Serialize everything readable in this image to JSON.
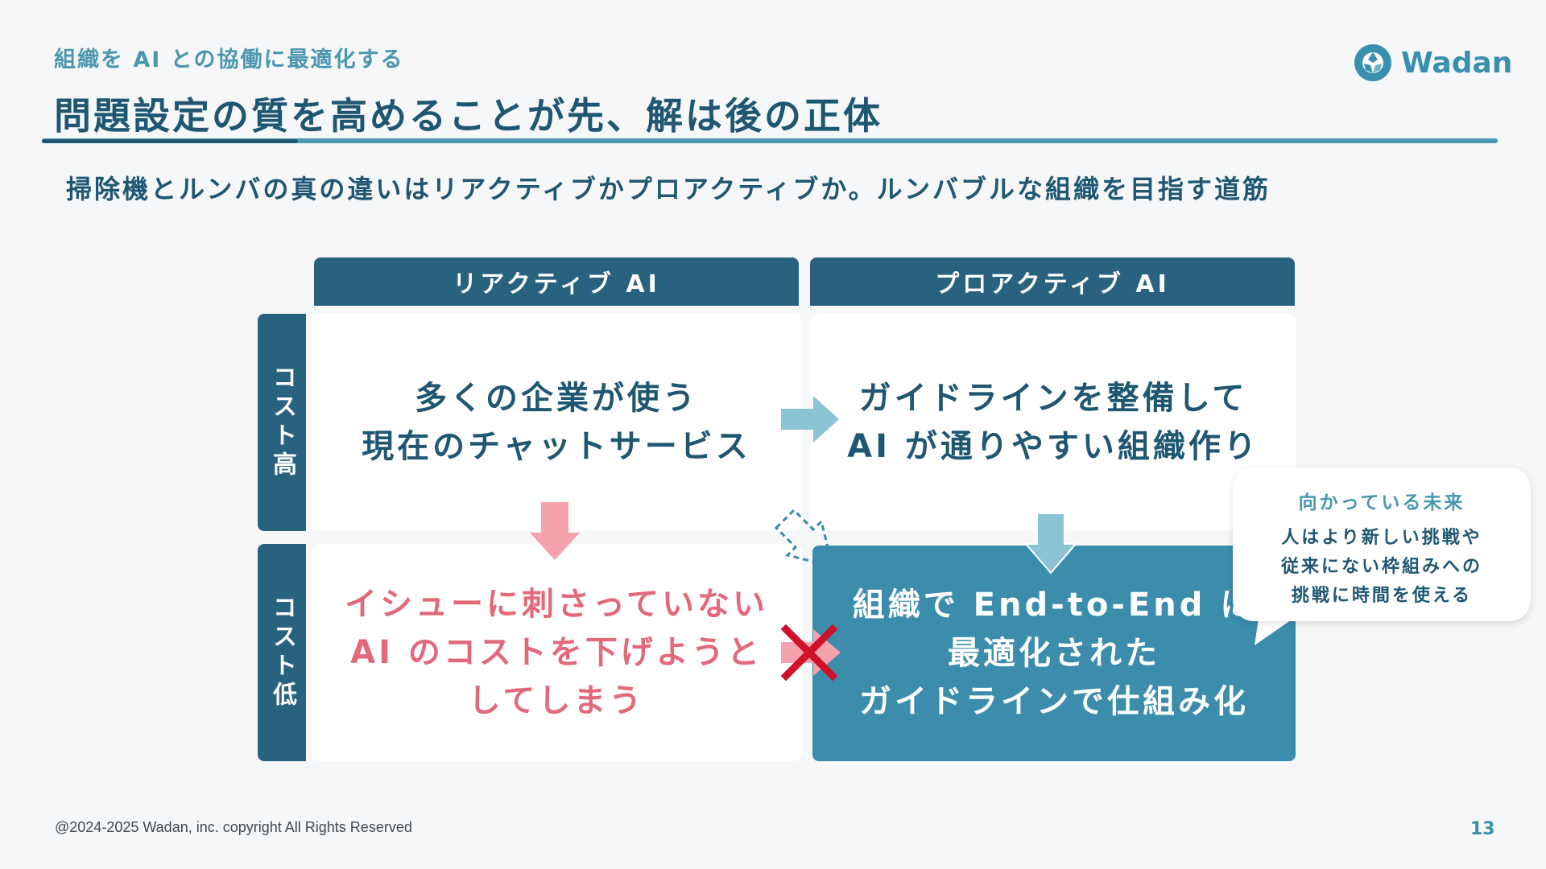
{
  "header": {
    "subtitle": "組織を AI との協働に最適化する",
    "title": "問題設定の質を高めることが先、解は後の正体",
    "logo_text": "Wadan"
  },
  "lead": "掃除機とルンバの真の違いはリアクティブかプロアクティブか。ルンバブルな組織を目指す道筋",
  "matrix": {
    "col_reactive": "リアクティブ AI",
    "col_proactive": "プロアクティブ AI",
    "row_high": "コスト高",
    "row_low": "コスト低",
    "cell_reactive_high": "多くの企業が使う\n現在のチャットサービス",
    "cell_proactive_high": "ガイドラインを整備して\nAI が通りやすい組織作り",
    "cell_reactive_low": "イシューに刺さっていない\nAI のコストを下げようと\nしてしまう",
    "cell_proactive_low": "組織で End-to-End に\n最適化された\nガイドラインで仕組み化"
  },
  "callout": {
    "title": "向かっている未来",
    "body": "人はより新しい挑戦や\n従来にない枠組みへの\n挑戦に時間を使える"
  },
  "colors": {
    "navy": "#28627f",
    "teal": "#3b8dab",
    "light_teal": "#8cc3d5",
    "pink": "#f4a2ad",
    "red_x": "#d0112b"
  },
  "footer": {
    "copyright": "@2024-2025 Wadan, inc. copyright All Rights Reserved",
    "page": "13"
  }
}
